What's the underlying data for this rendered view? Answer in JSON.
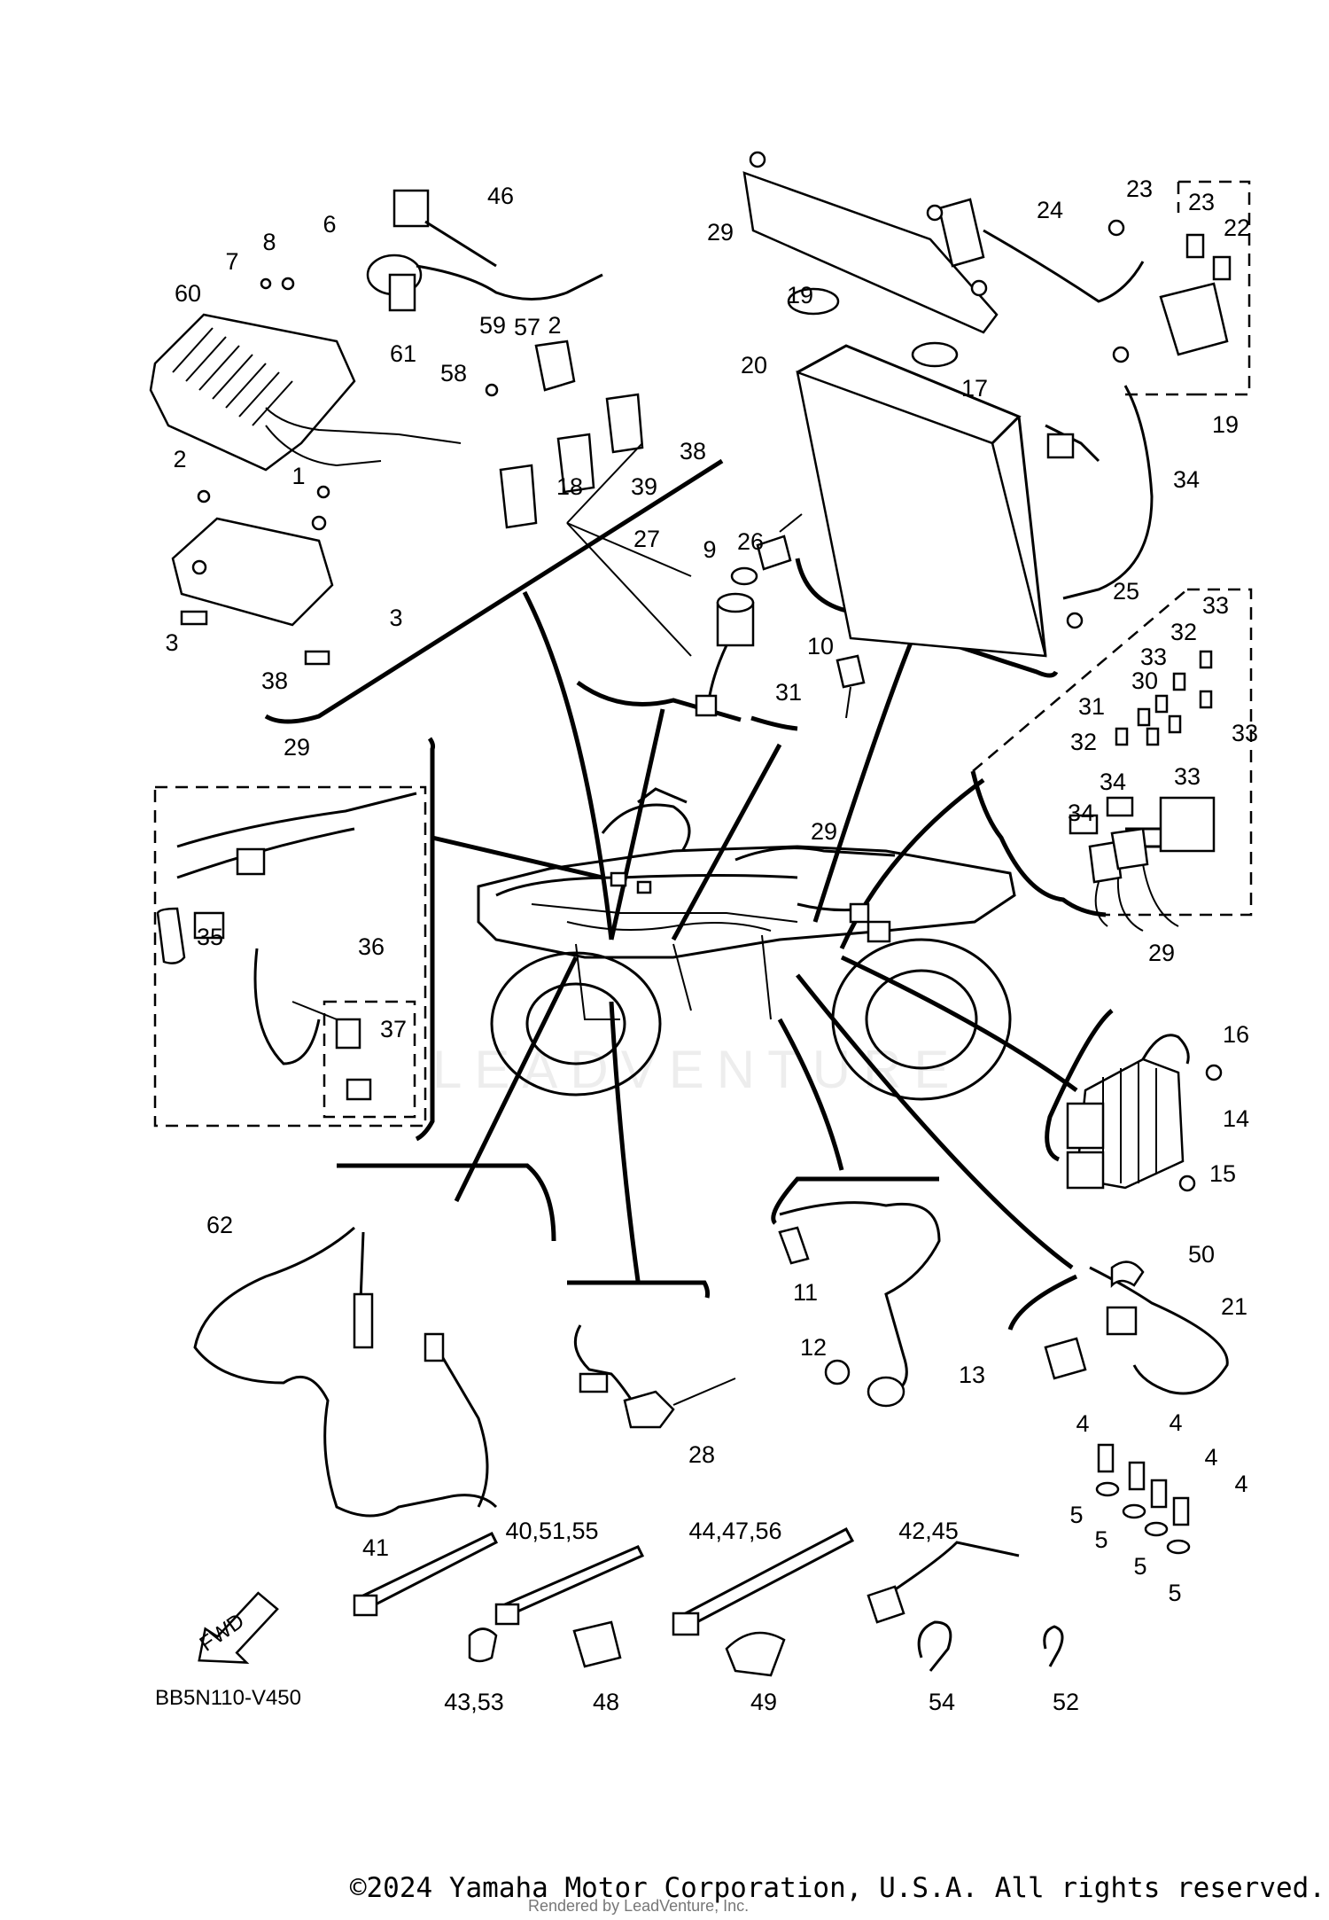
{
  "diagram": {
    "code": "BB5N110-V450",
    "fwd_label": "FWD",
    "watermark": "LEADVENTURE",
    "copyright": "©2024 Yamaha Motor Corporation, U.S.A. All rights reserved.",
    "rendered_by": "Rendered by LeadVenture, Inc.",
    "callouts": [
      "46",
      "6",
      "8",
      "7",
      "60",
      "61",
      "58",
      "59",
      "57",
      "2",
      "2",
      "1",
      "3",
      "3",
      "38",
      "38",
      "39",
      "18",
      "29",
      "24",
      "23",
      "23",
      "22",
      "19",
      "19",
      "17",
      "20",
      "34",
      "25",
      "27",
      "26",
      "9",
      "10",
      "31",
      "33",
      "32",
      "33",
      "30",
      "31",
      "33",
      "32",
      "33",
      "34",
      "34",
      "29",
      "29",
      "29",
      "36",
      "35",
      "37",
      "16",
      "14",
      "15",
      "62",
      "11",
      "12",
      "13",
      "28",
      "50",
      "21",
      "4",
      "4",
      "4",
      "4",
      "5",
      "5",
      "5",
      "5",
      "41",
      "40,51,55",
      "44,47,56",
      "42,45",
      "43,53",
      "48",
      "49",
      "54",
      "52"
    ]
  }
}
